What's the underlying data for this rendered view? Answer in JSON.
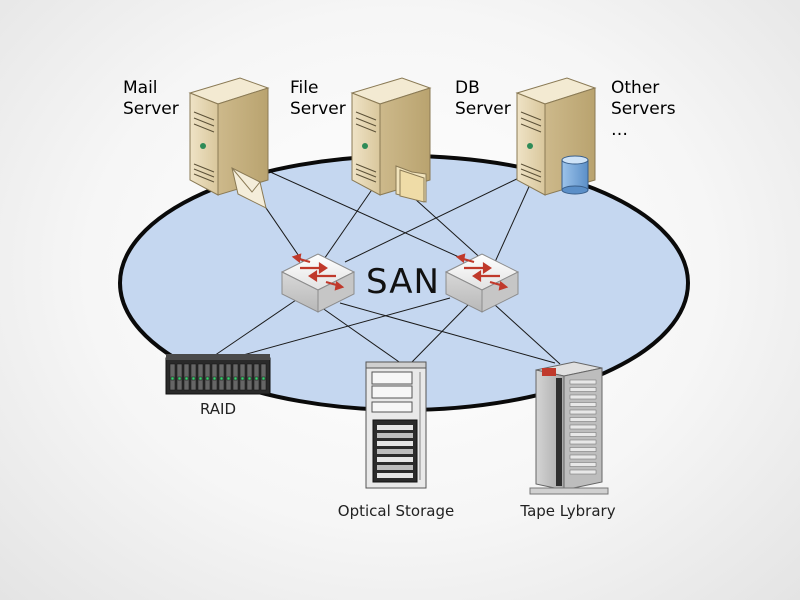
{
  "diagram": {
    "network_label": "SAN",
    "servers": [
      {
        "id": "mail",
        "label": "Mail\nServer",
        "icon": "envelope-icon"
      },
      {
        "id": "file",
        "label": "File\nServer",
        "icon": "folder-icon"
      },
      {
        "id": "db",
        "label": "DB\nServer",
        "icon": "database-icon"
      },
      {
        "id": "other",
        "label": "Other\nServers\n…",
        "icon": "server-icon"
      }
    ],
    "switches": [
      {
        "id": "switch-left",
        "icon": "network-switch-icon"
      },
      {
        "id": "switch-right",
        "icon": "network-switch-icon"
      }
    ],
    "storage": [
      {
        "id": "raid",
        "label": "RAID",
        "icon": "raid-array-icon"
      },
      {
        "id": "optical",
        "label": "Optical Storage",
        "icon": "optical-storage-icon"
      },
      {
        "id": "tape",
        "label": "Tape Lybrary",
        "icon": "tape-library-icon"
      }
    ],
    "colors": {
      "san_fill": "#c5d7f0",
      "san_stroke": "#0a0a0a",
      "server_body": "#e6d7b3",
      "switch_arrow": "#c0392b"
    }
  }
}
